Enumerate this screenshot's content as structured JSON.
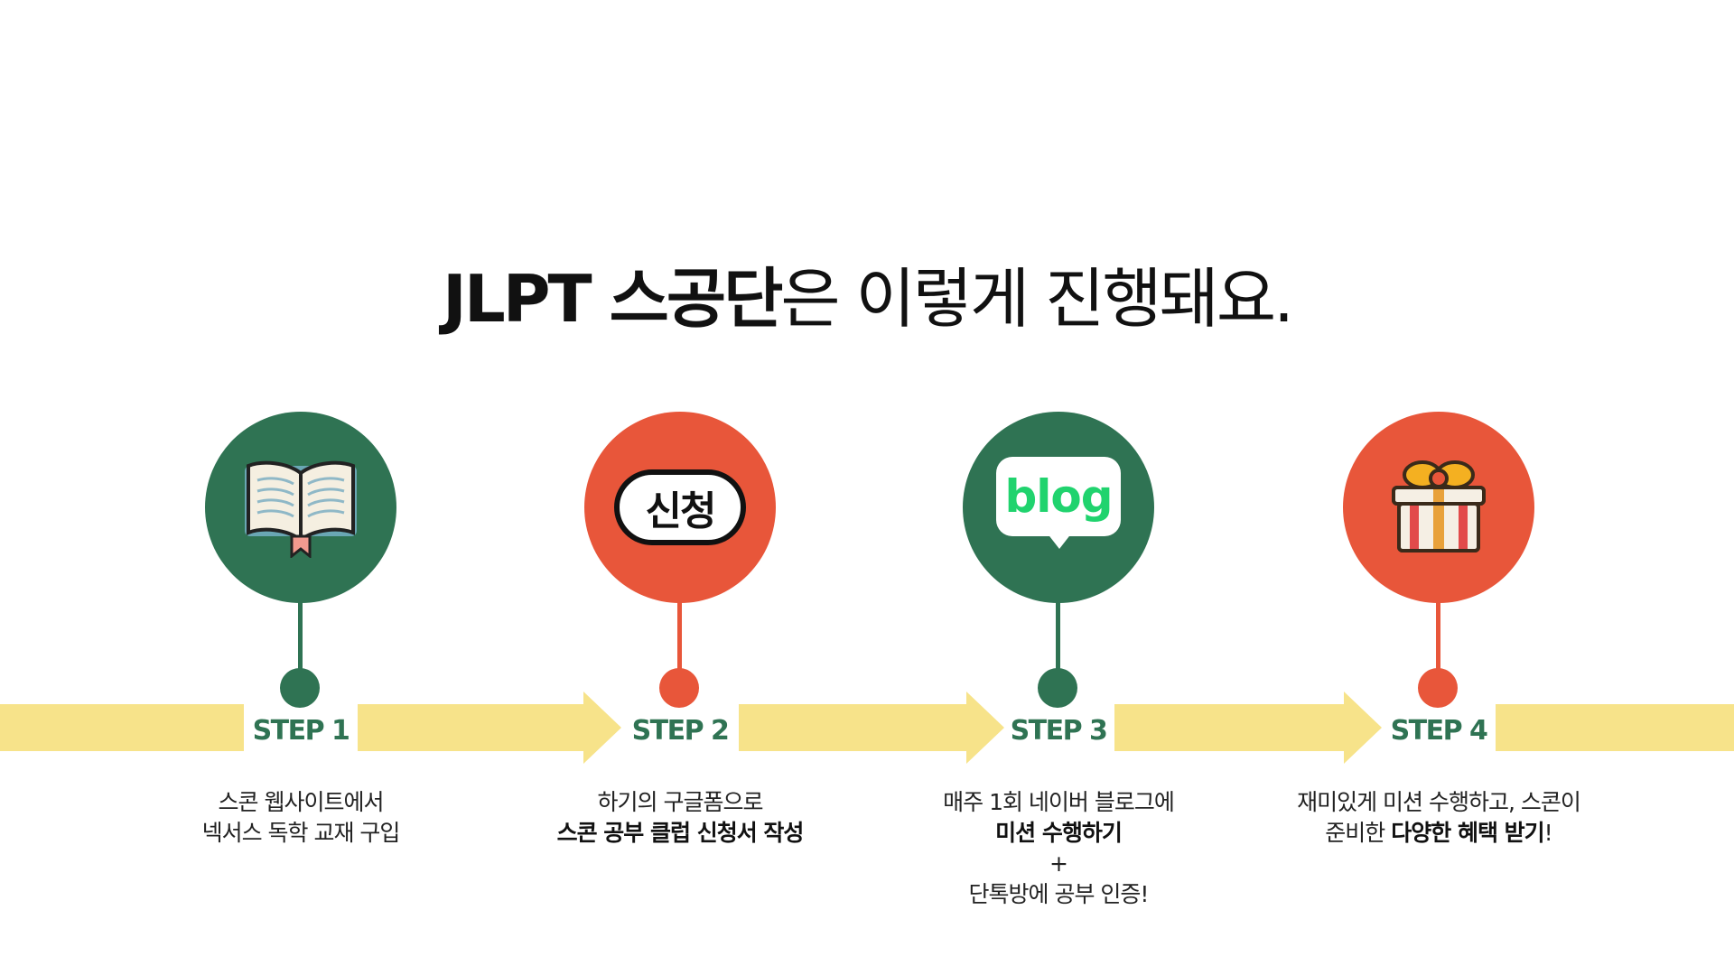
{
  "title": {
    "bold": "JLPT 스공단",
    "regular": "은 이렇게 진행돼요."
  },
  "colors": {
    "green": "#2f7353",
    "red": "#e8563a",
    "band": "#f7e38a"
  },
  "steps": [
    {
      "label": "STEP 1",
      "icon": "open-book-icon",
      "lines": [
        [
          {
            "t": "스콘 웹사이트에서",
            "b": false
          }
        ],
        [
          {
            "t": "넥서스 독학 교재 구입",
            "b": false
          }
        ]
      ]
    },
    {
      "label": "STEP 2",
      "icon": "application-badge-icon",
      "badge_text": "신청",
      "lines": [
        [
          {
            "t": "하기의 구글폼으로",
            "b": false
          }
        ],
        [
          {
            "t": "스콘 공부 클럽 신청서 작성",
            "b": true
          }
        ]
      ]
    },
    {
      "label": "STEP 3",
      "icon": "blog-bubble-icon",
      "badge_text": "blog",
      "lines": [
        [
          {
            "t": "매주 1회 네이버 블로그에",
            "b": false
          }
        ],
        [
          {
            "t": "미션 수행하기",
            "b": true
          }
        ],
        [
          {
            "t": "+",
            "b": false
          }
        ],
        [
          {
            "t": "단톡방에 공부 인증!",
            "b": false
          }
        ]
      ]
    },
    {
      "label": "STEP 4",
      "icon": "gift-box-icon",
      "lines": [
        [
          {
            "t": "재미있게 미션 수행하고, 스콘이",
            "b": false
          }
        ],
        [
          {
            "t": "준비한 ",
            "b": false
          },
          {
            "t": "다양한 혜택 받기",
            "b": true
          },
          {
            "t": "!",
            "b": false
          }
        ]
      ]
    }
  ]
}
